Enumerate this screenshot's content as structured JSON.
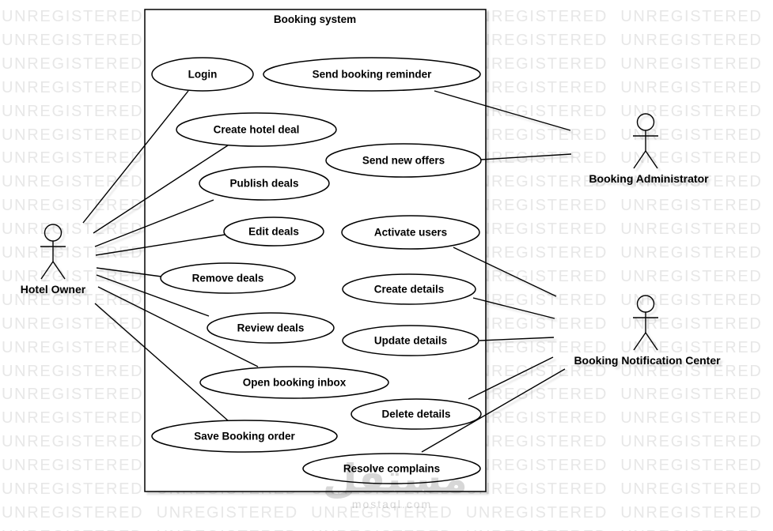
{
  "watermark": {
    "text": "UNREGISTERED",
    "brand": "مستقل",
    "brand_domain": "mostaql.com"
  },
  "diagram": {
    "system": {
      "title": "Booking system"
    },
    "use_cases": [
      {
        "id": "login",
        "label": "Login"
      },
      {
        "id": "send-booking-reminder",
        "label": "Send booking reminder"
      },
      {
        "id": "create-hotel-deal",
        "label": "Create hotel deal"
      },
      {
        "id": "send-new-offers",
        "label": "Send new offers"
      },
      {
        "id": "publish-deals",
        "label": "Publish deals"
      },
      {
        "id": "edit-deals",
        "label": "Edit deals"
      },
      {
        "id": "remove-deals",
        "label": "Remove deals"
      },
      {
        "id": "activate-users",
        "label": "Activate users"
      },
      {
        "id": "create-details",
        "label": "Create details"
      },
      {
        "id": "review-deals",
        "label": "Review deals"
      },
      {
        "id": "update-details",
        "label": "Update details"
      },
      {
        "id": "open-booking-inbox",
        "label": "Open booking inbox"
      },
      {
        "id": "delete-details",
        "label": "Delete details"
      },
      {
        "id": "save-booking-order",
        "label": "Save Booking order"
      },
      {
        "id": "resolve-complains",
        "label": "Resolve complains"
      }
    ],
    "actors": [
      {
        "id": "hotel-owner",
        "label": "Hotel Owner"
      },
      {
        "id": "booking-administrator",
        "label": "Booking Administrator"
      },
      {
        "id": "booking-notification-center",
        "label": "Booking Notification Center"
      }
    ],
    "connections": [
      {
        "from": "hotel-owner",
        "to": "login"
      },
      {
        "from": "hotel-owner",
        "to": "create-hotel-deal"
      },
      {
        "from": "hotel-owner",
        "to": "publish-deals"
      },
      {
        "from": "hotel-owner",
        "to": "edit-deals"
      },
      {
        "from": "hotel-owner",
        "to": "remove-deals"
      },
      {
        "from": "hotel-owner",
        "to": "review-deals"
      },
      {
        "from": "hotel-owner",
        "to": "open-booking-inbox"
      },
      {
        "from": "hotel-owner",
        "to": "save-booking-order"
      },
      {
        "from": "send-booking-reminder",
        "to": "booking-administrator"
      },
      {
        "from": "send-new-offers",
        "to": "booking-administrator"
      },
      {
        "from": "activate-users",
        "to": "booking-notification-center"
      },
      {
        "from": "create-details",
        "to": "booking-notification-center"
      },
      {
        "from": "update-details",
        "to": "booking-notification-center"
      },
      {
        "from": "delete-details",
        "to": "booking-notification-center"
      },
      {
        "from": "resolve-complains",
        "to": "booking-notification-center"
      }
    ]
  },
  "colors": {
    "stroke": "#000000",
    "shape_fill": "#ffffff",
    "watermark_text": "#e7e7e7",
    "logo_gray": "#d7d7d7"
  }
}
